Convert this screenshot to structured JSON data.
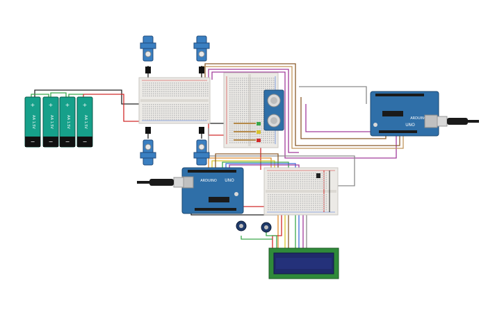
{
  "batteries": [
    {
      "label": "AA 1.5V",
      "plus": "+",
      "minus": "−"
    },
    {
      "label": "AA 1.5V",
      "plus": "+",
      "minus": "−"
    },
    {
      "label": "AA 1.5V",
      "plus": "+",
      "minus": "−"
    },
    {
      "label": "AA 1.5V",
      "plus": "+",
      "minus": "−"
    }
  ],
  "arduino_left": {
    "model": "UNO",
    "brand": "ARDUINO"
  },
  "arduino_right": {
    "model": "UNO",
    "brand": "ARDUINO"
  },
  "colors": {
    "wire_black": "#222222",
    "wire_red": "#d12a2a",
    "wire_green": "#3aa84a",
    "wire_purple": "#a03a9a",
    "wire_brown": "#8a5a2a",
    "wire_orange": "#e08a2a",
    "wire_gray": "#8a8a8a",
    "wire_yellow": "#d9c22a",
    "wire_blue": "#3a6ad9",
    "arduino": "#2f6fa8",
    "breadboard": "#eceae6",
    "servo": "#3a7fc1",
    "lcd_screen": "#1f2a6a",
    "lcd_pcb": "#2f8a3a",
    "battery": "#16a08a"
  }
}
